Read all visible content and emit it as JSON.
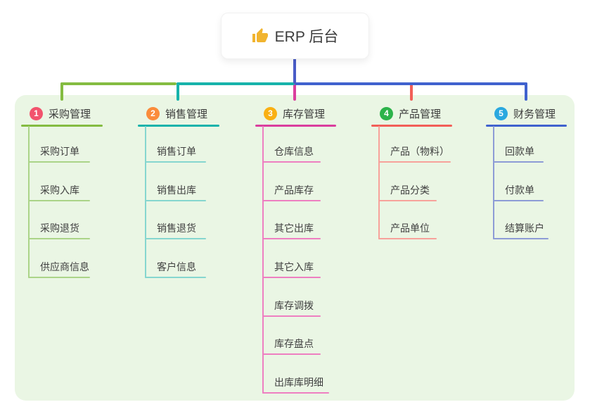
{
  "root": {
    "title": "ERP 后台",
    "icon": "thumbs-up-icon",
    "icon_color": "#f1b42f",
    "line_color": "#4a5cc7"
  },
  "panel_bg": "#eaf6e4",
  "branches": [
    {
      "num": "1",
      "label": "采购管理",
      "badge_color": "#f2536d",
      "line_color": "#84bc41",
      "child_line_color": "#abd488",
      "children": [
        "采购订单",
        "采购入库",
        "采购退货",
        "供应商信息"
      ]
    },
    {
      "num": "2",
      "label": "销售管理",
      "badge_color": "#fa8c3b",
      "line_color": "#17b3ab",
      "child_line_color": "#86d6cf",
      "children": [
        "销售订单",
        "销售出库",
        "销售退货",
        "客户信息"
      ]
    },
    {
      "num": "3",
      "label": "库存管理",
      "badge_color": "#f9b013",
      "line_color": "#da3e9e",
      "child_line_color": "#ee7fc1",
      "children": [
        "仓库信息",
        "产品库存",
        "其它出库",
        "其它入库",
        "库存调拨",
        "库存盘点",
        "出库库明细"
      ]
    },
    {
      "num": "4",
      "label": "产品管理",
      "badge_color": "#2cb34a",
      "line_color": "#f25f58",
      "child_line_color": "#f7a29b",
      "children": [
        "产品（物料）",
        "产品分类",
        "产品单位"
      ]
    },
    {
      "num": "5",
      "label": "财务管理",
      "badge_color": "#2aa8df",
      "line_color": "#4062ce",
      "child_line_color": "#8d9cd6",
      "children": [
        "回款单",
        "付款单",
        "结算账户"
      ]
    }
  ]
}
